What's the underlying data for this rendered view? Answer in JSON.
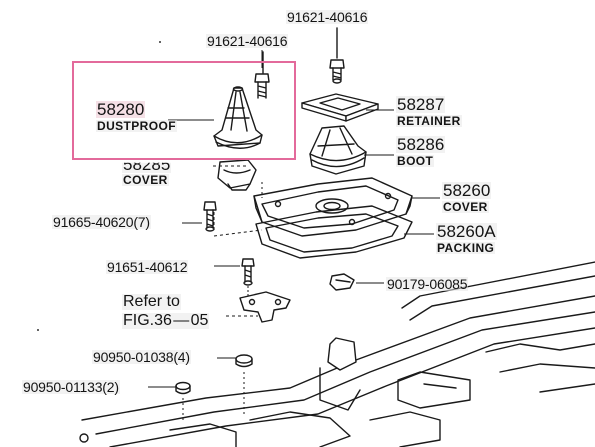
{
  "highlight_color": "#e36a9b",
  "ink_color": "#1a1a1a",
  "parts": {
    "bolt_top_right": "91621-40616",
    "bolt_top_left": "91621-40616",
    "dustproof": {
      "number": "58280",
      "name": "DUSTPROOF"
    },
    "retainer": {
      "number": "58287",
      "name": "RETAINER"
    },
    "boot": {
      "number": "58286",
      "name": "BOOT"
    },
    "cover_small": {
      "number": "58285",
      "name": "COVER"
    },
    "cover_plate": {
      "number": "58260",
      "name": "COVER"
    },
    "packing": {
      "number": "58260A",
      "name": "PACKING"
    },
    "bolt_7": "91665-40620(7)",
    "bolt_mid": "91651-40612",
    "clip": "90179-06085",
    "nut_4": "90950-01038(4)",
    "nut_2": "90950-01133(2)"
  },
  "reference": {
    "line1": "Refer to",
    "line2": "FIG.36 — 05"
  }
}
